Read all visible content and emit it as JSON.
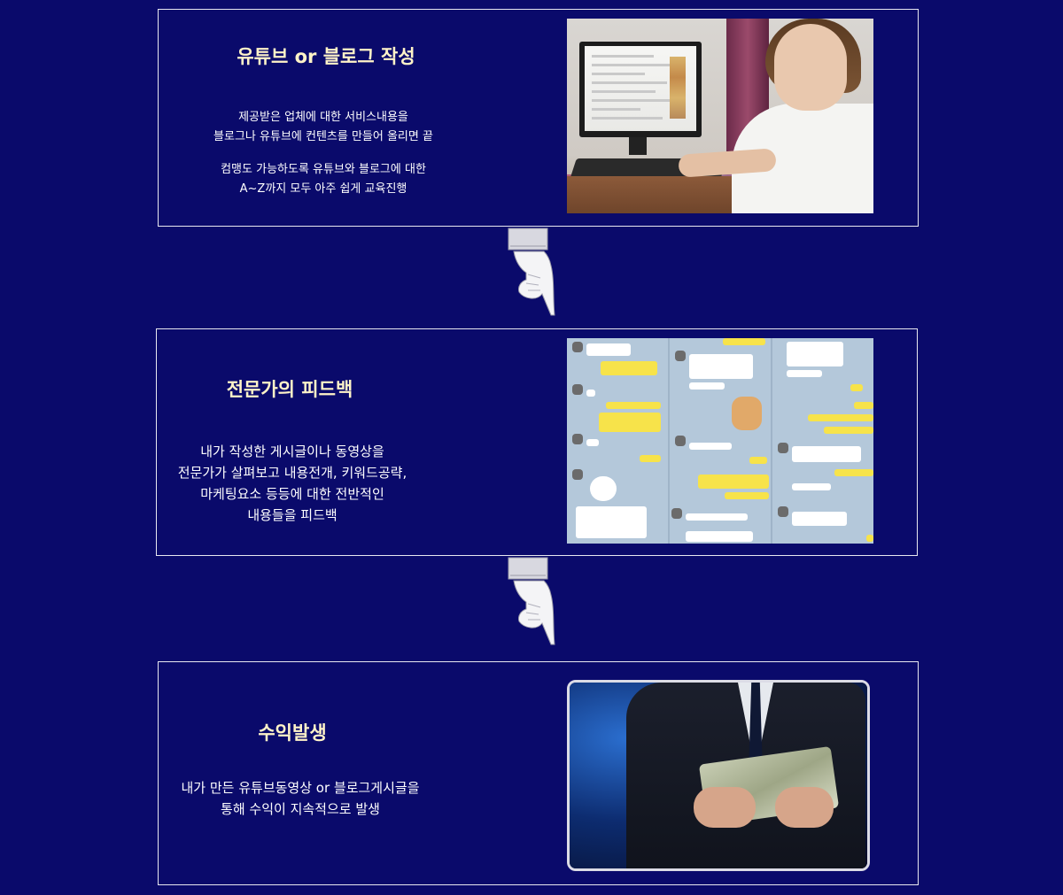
{
  "steps": [
    {
      "title": "유튜브 or 블로그 작성",
      "desc_lines": [
        "제공받은 업체에 대한 서비스내용을",
        "블로그나 유튜브에 컨텐츠를 만들어 올리면 끝"
      ],
      "desc_lines_2": [
        "컴맹도 가능하도록 유튜브와 블로그에 대한",
        "A~Z까지 모두 아주 쉽게 교육진행"
      ]
    },
    {
      "title": "전문가의 피드백",
      "desc_lines": [
        "내가 작성한 게시글이나 동영상을",
        "전문가가 살펴보고 내용전개, 키워드공략,",
        "마케팅요소 등등에 대한 전반적인",
        "내용들을 피드백"
      ]
    },
    {
      "title": "수익발생",
      "desc_lines": [
        "내가 만든 유튜브동영상 or 블로그게시글을",
        "통해 수익이 지속적으로 발생"
      ]
    }
  ],
  "colors": {
    "background": "#0a0a6b",
    "title": "#fff3c8",
    "text": "#ffffff",
    "border": "#e8e8f0"
  },
  "icons": {
    "step_arrow": "pointing-hand-down-icon"
  }
}
